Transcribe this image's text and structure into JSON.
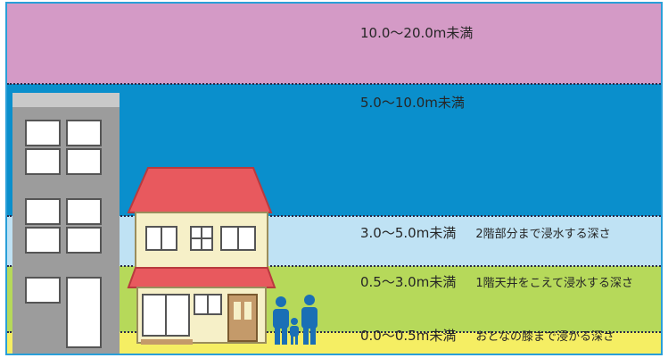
{
  "levels": [
    {
      "range": "10.0〜20.0m未満",
      "note": ""
    },
    {
      "range": "5.0〜10.0m未満",
      "note": ""
    },
    {
      "range": "3.0〜5.0m未満",
      "note": "2階部分まで浸水する深さ"
    },
    {
      "range": "0.5〜3.0m未満",
      "note": "1階天井をこえて浸水する深さ"
    },
    {
      "range": "0.0〜0.5m未満",
      "note": "おとなの膝まで浸かる深さ"
    }
  ],
  "colors": {
    "level_10_20": "#d49ac6",
    "level_5_10": "#0a8fcc",
    "level_3_5": "#bfe2f4",
    "level_05_3": "#b6d95a",
    "level_0_05": "#f5ee63",
    "border": "#2a9fd8"
  }
}
